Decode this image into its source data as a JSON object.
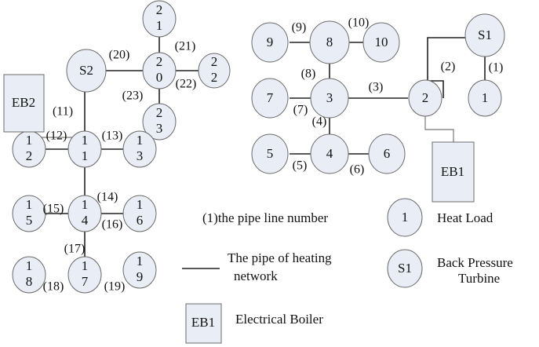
{
  "nodes": {
    "S2": "S2",
    "n20": "20",
    "n21": "21",
    "n22": "22",
    "n23": "23",
    "n11": "11",
    "n12": "12",
    "n13": "13",
    "n14": "14",
    "n15": "15",
    "n16": "16",
    "n17": "17",
    "n18": "18",
    "n19": "19",
    "n9": "9",
    "n8": "8",
    "n10": "10",
    "n7": "7",
    "n3": "3",
    "n2": "2",
    "S1": "S1",
    "n1": "1",
    "n5": "5",
    "n4": "4",
    "n6": "6",
    "EB1": "EB1",
    "EB2": "EB2"
  },
  "pipes": {
    "p1": "(1)",
    "p2": "(2)",
    "p3": "(3)",
    "p4": "(4)",
    "p5": "(5)",
    "p6": "(6)",
    "p7": "(7)",
    "p8": "(8)",
    "p9": "(9)",
    "p10": "(10)",
    "p11": "(11)",
    "p12": "(12)",
    "p13": "(13)",
    "p14": "(14)",
    "p15": "(15)",
    "p16": "(16)",
    "p17": "(17)",
    "p18": "(18)",
    "p19": "(19)",
    "p20": "(20)",
    "p21": "(21)",
    "p22": "(22)",
    "p23": "(23)"
  },
  "legend": {
    "pipe_number": "(1)the pipe line number",
    "load_symbol": "1",
    "load": "Heat Load",
    "turbine_symbol": "S1",
    "turbine_line1": "Back Pressure",
    "turbine_line2": "Turbine",
    "pipe_line1": "The pipe of heating",
    "pipe_line2": "network",
    "boiler_symbol": "EB1",
    "boiler": "Electrical Boiler"
  }
}
